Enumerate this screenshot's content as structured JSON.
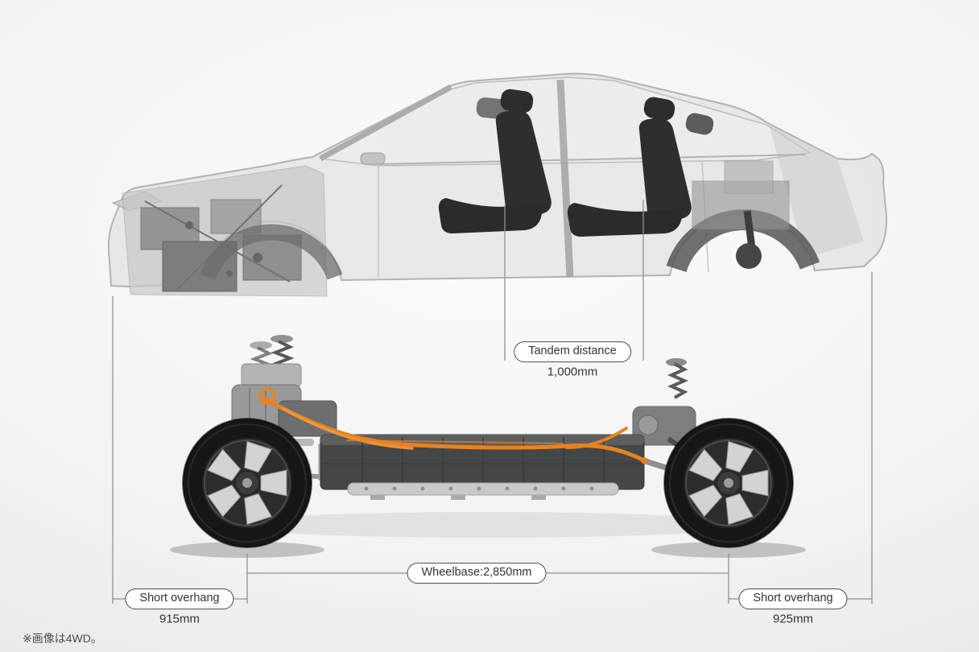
{
  "colors": {
    "accent_orange": "#e8821e",
    "dimension_line": "#8f9092",
    "label_border": "#4c4c4c",
    "label_text": "#333333"
  },
  "annotations": {
    "tandem_distance": {
      "label": "Tandem distance",
      "value": "1,000mm"
    },
    "wheelbase": {
      "label": "Wheelbase:2,850mm"
    },
    "front_overhang": {
      "label": "Short overhang",
      "value": "915mm"
    },
    "rear_overhang": {
      "label": "Short overhang",
      "value": "925mm"
    }
  },
  "footnote": "※画像は4WD。",
  "illustration": {
    "upper": "car-body-cutaway-side-view-with-seats",
    "lower": "ev-platform-chassis-battery-and-wheels"
  }
}
